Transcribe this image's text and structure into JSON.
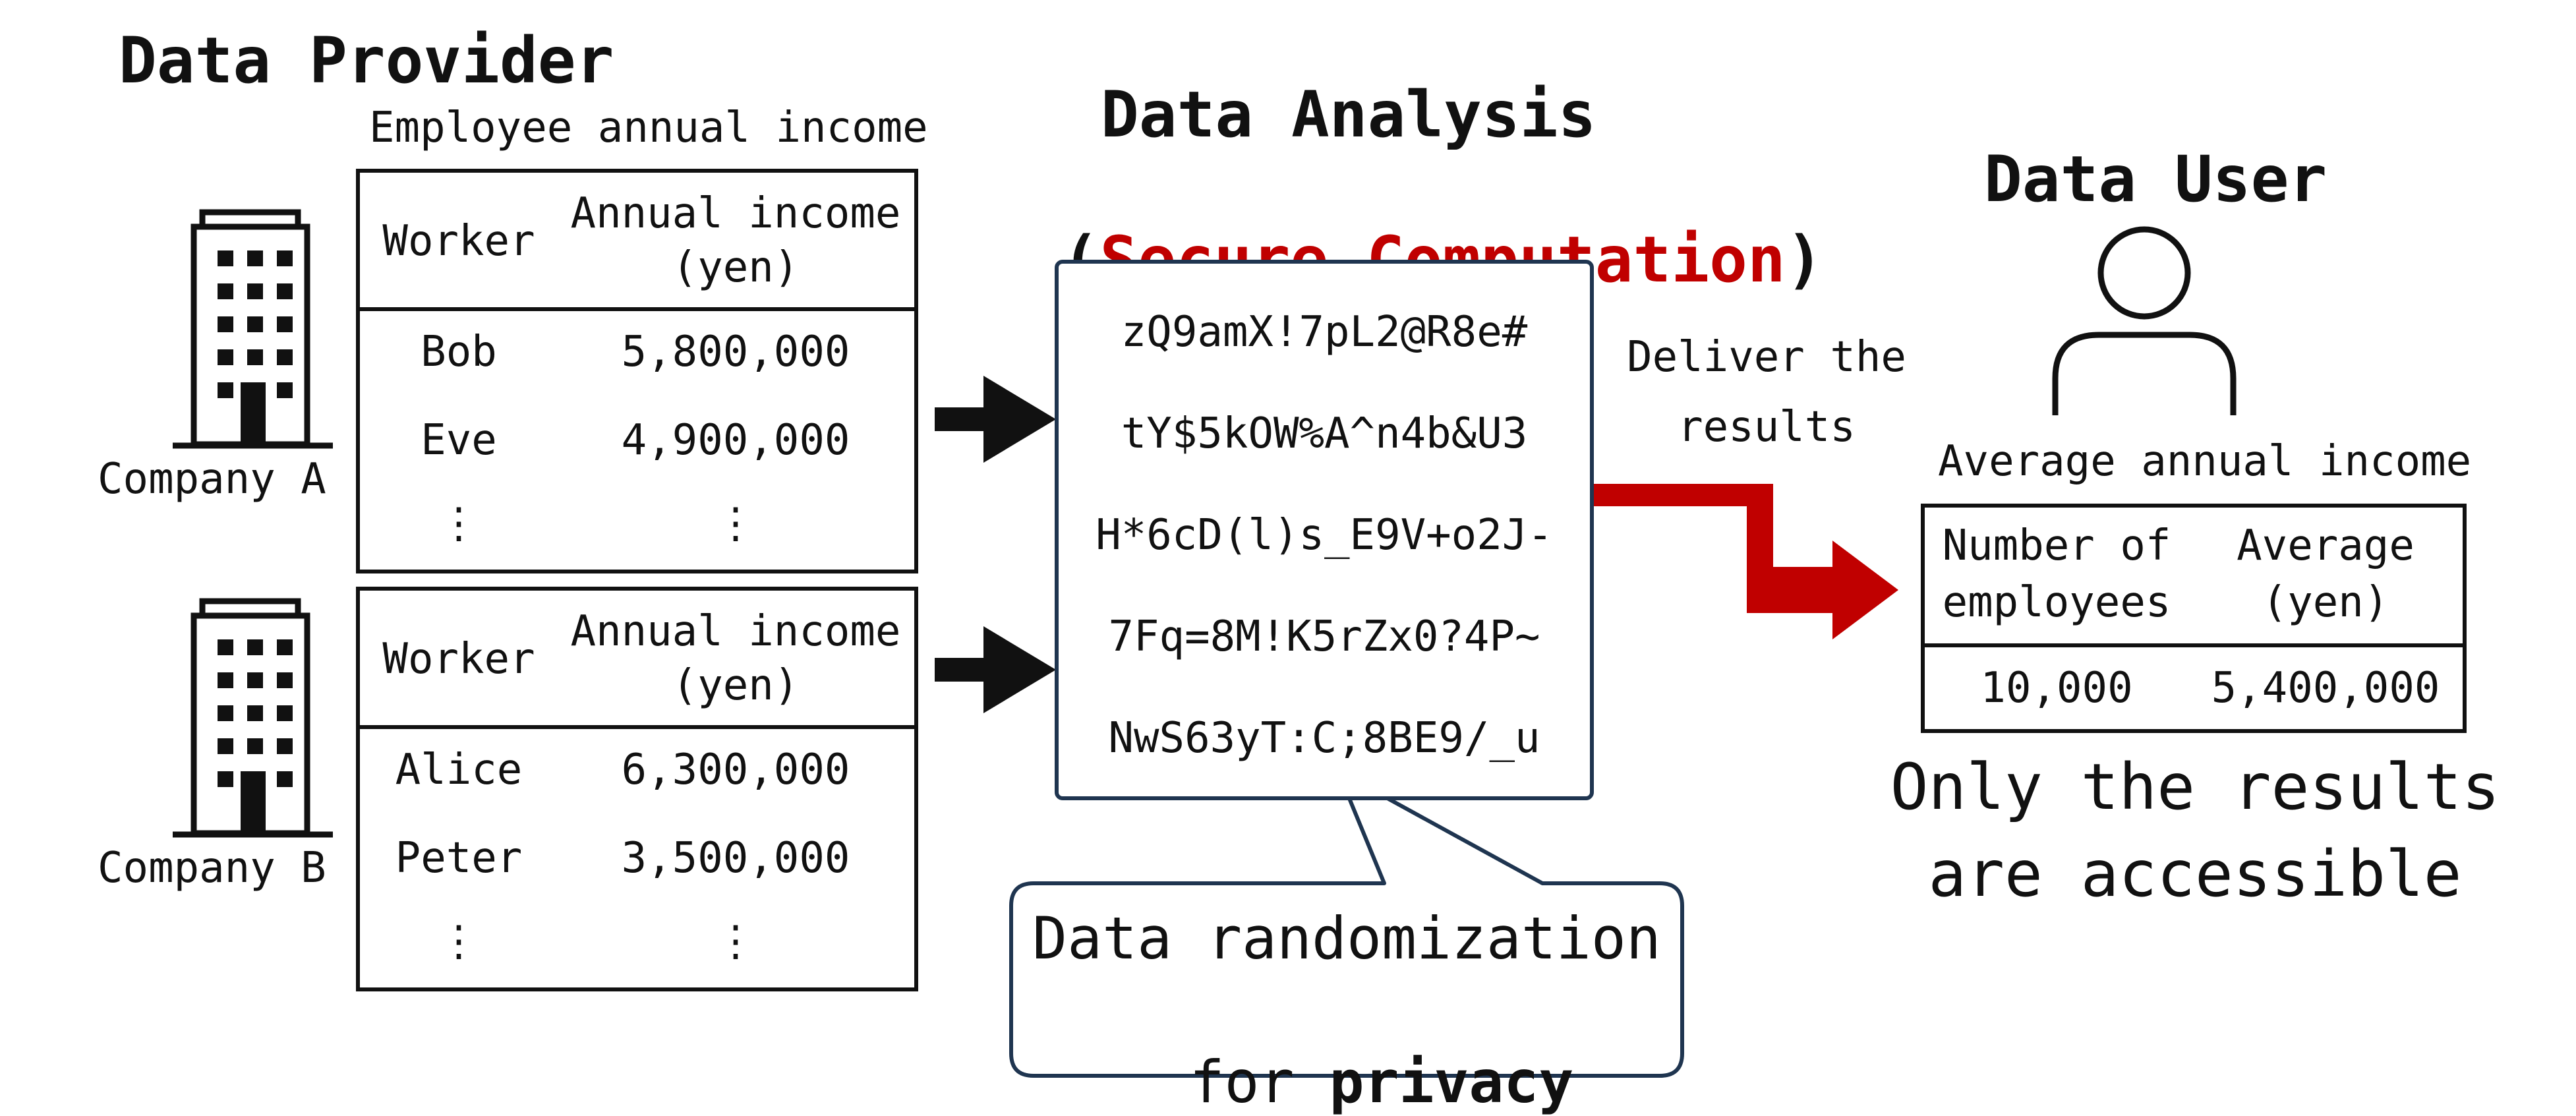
{
  "provider": {
    "title": "Data Provider",
    "table_caption": "Employee annual income",
    "company_a": {
      "label": "Company A",
      "headers": {
        "worker": "Worker",
        "income_line1": "Annual income",
        "income_line2": "(yen)"
      },
      "rows": [
        {
          "worker": "Bob",
          "income": "5,800,000"
        },
        {
          "worker": "Eve",
          "income": "4,900,000"
        },
        {
          "worker": "⋮",
          "income": "⋮"
        }
      ]
    },
    "company_b": {
      "label": "Company B",
      "headers": {
        "worker": "Worker",
        "income_line1": "Annual income",
        "income_line2": "(yen)"
      },
      "rows": [
        {
          "worker": "Alice",
          "income": "6,300,000"
        },
        {
          "worker": "Peter",
          "income": "3,500,000"
        },
        {
          "worker": "⋮",
          "income": "⋮"
        }
      ]
    }
  },
  "analysis": {
    "title_line1": "Data Analysis",
    "paren_open": "(",
    "title_highlight": "Secure Computation",
    "paren_close": ")",
    "highlight_color": "#c00000",
    "randomized_lines": [
      "zQ9amX!7pL2@R8e#",
      "tY$5kOW%A^n4b&U3",
      "H*6cD(l)s_E9V+o2J-",
      "7Fq=8M!K5rZx0?4P~",
      "NwS63yT:C;8BE9/_u"
    ],
    "callout_line1": "Data randomization",
    "callout_line2_prefix": "for ",
    "callout_line2_bold": "privacy"
  },
  "deliver": {
    "line1": "Deliver the",
    "line2": "results",
    "arrow_color": "#c00000"
  },
  "user": {
    "title": "Data User",
    "table_caption": "Average annual income",
    "headers": {
      "count_line1": "Number of",
      "count_line2": "employees",
      "avg_line1": "Average",
      "avg_line2": "(yen)"
    },
    "row": {
      "count": "10,000",
      "average": "5,400,000"
    },
    "note_line1": "Only the results",
    "note_line2": "are accessible"
  },
  "icons": [
    "building-icon",
    "building-icon",
    "person-icon",
    "arrow-right-icon"
  ]
}
